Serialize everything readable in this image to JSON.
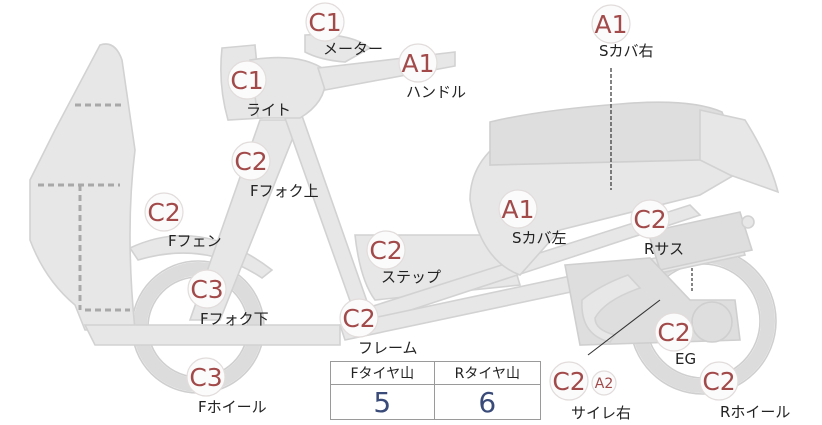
{
  "colors": {
    "badge_text": "#a24a4a",
    "part_fill": "#e7e7e7",
    "part_stroke": "#d2d2d2",
    "value_text": "#3a4b7a"
  },
  "callouts": [
    {
      "id": "meter",
      "grade": "C1",
      "label": "メーター"
    },
    {
      "id": "handle",
      "grade": "A1",
      "label": "ハンドル"
    },
    {
      "id": "light",
      "grade": "C1",
      "label": "ライト"
    },
    {
      "id": "s-cover-right",
      "grade": "A1",
      "label": "Sカバ右"
    },
    {
      "id": "f-fork-upper",
      "grade": "C2",
      "label": "Fフォク上"
    },
    {
      "id": "f-fender",
      "grade": "C2",
      "label": "Fフェン"
    },
    {
      "id": "s-cover-left",
      "grade": "A1",
      "label": "Sカバ左"
    },
    {
      "id": "r-suspension",
      "grade": "C2",
      "label": "Rサス"
    },
    {
      "id": "step",
      "grade": "C2",
      "label": "ステップ"
    },
    {
      "id": "f-fork-lower",
      "grade": "C3",
      "label": "Fフォク下"
    },
    {
      "id": "frame",
      "grade": "C2",
      "label": "フレーム"
    },
    {
      "id": "engine",
      "grade": "C2",
      "label": "EG"
    },
    {
      "id": "f-wheel",
      "grade": "C3",
      "label": "Fホイール"
    },
    {
      "id": "muffler-right",
      "grade": "C2",
      "grade2": "A2",
      "label": "サイレ右"
    },
    {
      "id": "r-wheel",
      "grade": "C2",
      "label": "Rホイール"
    }
  ],
  "tread_table": {
    "headers": [
      "Fタイヤ山",
      "Rタイヤ山"
    ],
    "values": [
      "5",
      "6"
    ]
  }
}
